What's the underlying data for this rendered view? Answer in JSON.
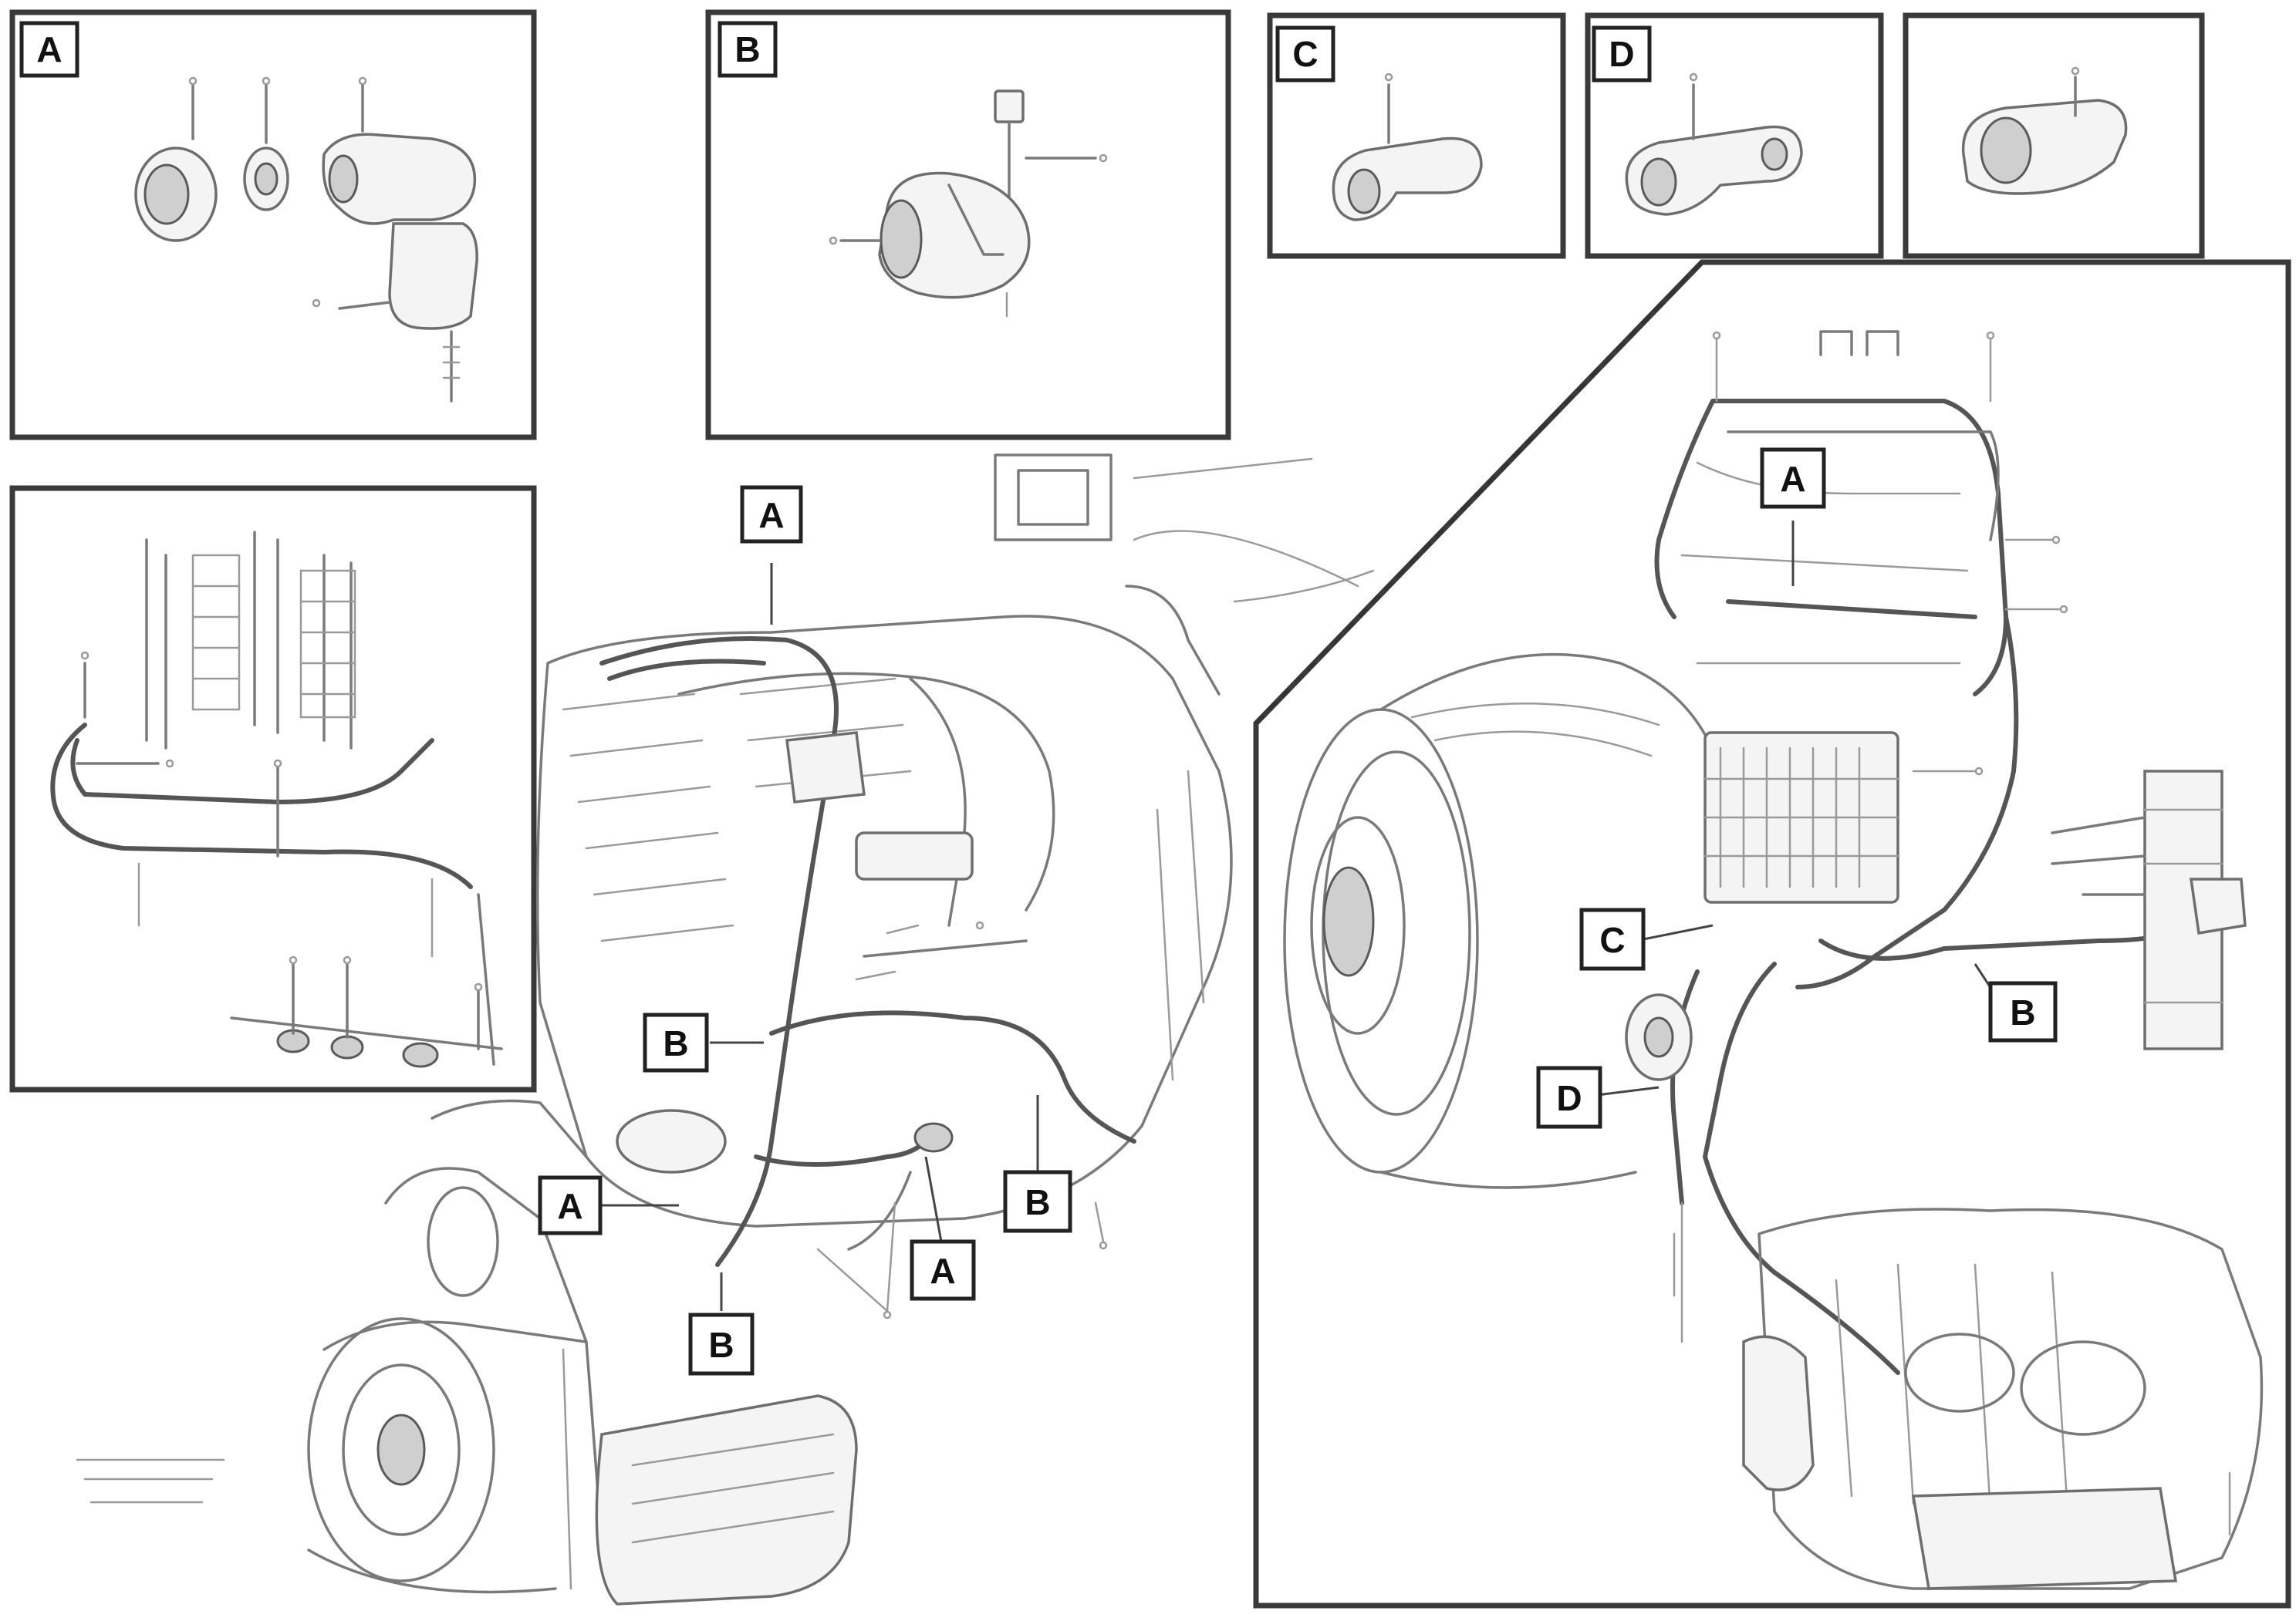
{
  "inset_labels": {
    "a": "A",
    "b": "B",
    "c": "C",
    "d": "D"
  },
  "callouts": {
    "main_a1": "A",
    "main_a2": "A",
    "main_a3": "A",
    "main_b1": "B",
    "main_b2": "B",
    "main_b3": "B",
    "right_a": "A",
    "right_b": "B",
    "right_c": "C",
    "right_d": "D"
  },
  "footer_ref": {
    "line1": "",
    "line2": "",
    "code": ""
  },
  "colors": {
    "frame": "#3a3a3a",
    "line": "#7a7a7a",
    "background": "#ffffff"
  }
}
